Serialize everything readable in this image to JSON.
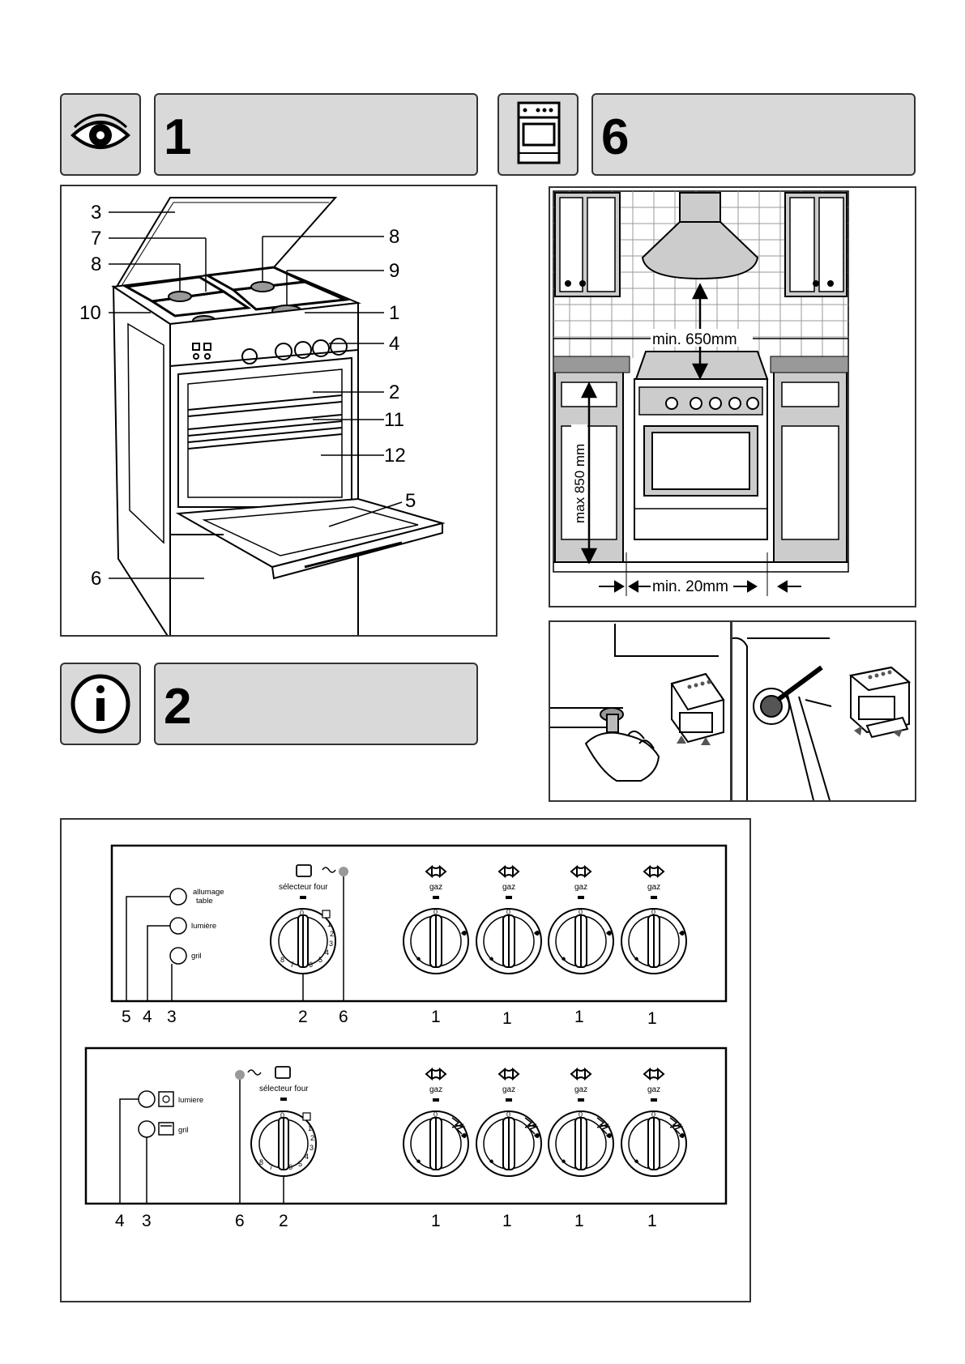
{
  "sections": {
    "s1": {
      "number": "1",
      "icon": "eye-icon"
    },
    "s6": {
      "number": "6",
      "icon": "stove-icon"
    },
    "s2": {
      "number": "2",
      "icon": "info-icon"
    }
  },
  "cooker_labels": [
    "3",
    "7",
    "8",
    "10",
    "8",
    "9",
    "1",
    "4",
    "2",
    "11",
    "12",
    "5",
    "6"
  ],
  "installation": {
    "hood_clearance": "min. 650mm",
    "max_height": "max  850 mm",
    "side_clearance": "min. 20mm"
  },
  "panel_top": {
    "buttons": [
      "allumage",
      "table",
      "lumière",
      "gril"
    ],
    "oven_selector": "sélecteur four",
    "oven_dial_marks": [
      "0",
      "1",
      "2",
      "3",
      "4",
      "5",
      "6",
      "7",
      "8"
    ],
    "burner_label": "gaz",
    "dial_zero": "0",
    "callouts": [
      "5",
      "4",
      "3",
      "2",
      "6",
      "1",
      "1",
      "1",
      "1"
    ]
  },
  "panel_bottom": {
    "buttons": [
      "lumiere",
      "gril"
    ],
    "oven_selector": "sélecteur four",
    "burner_label": "gaz",
    "dial_zero": "0",
    "callouts": [
      "4",
      "3",
      "6",
      "2",
      "1",
      "1",
      "1",
      "1"
    ]
  }
}
